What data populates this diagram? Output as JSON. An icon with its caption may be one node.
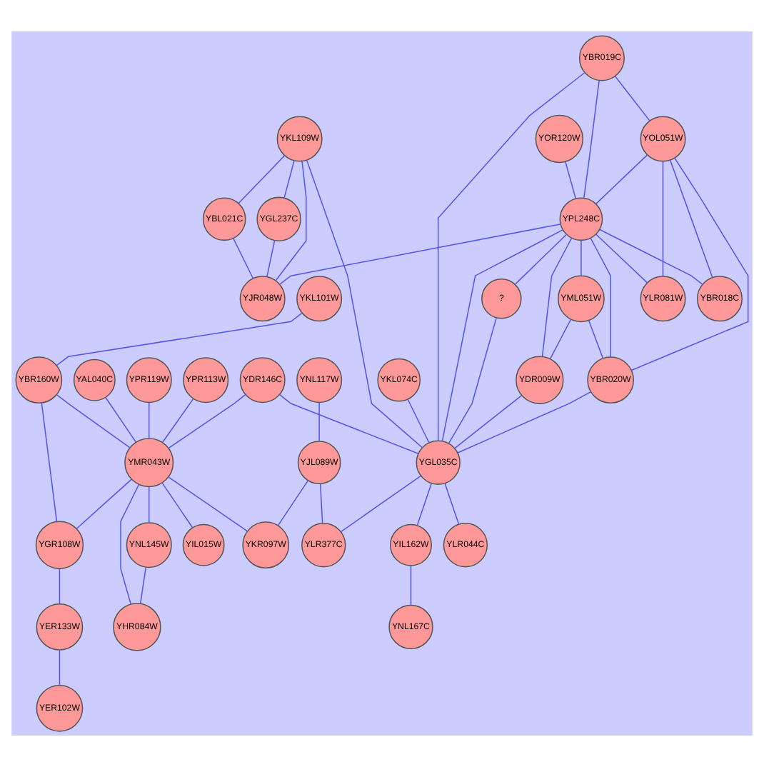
{
  "diagram": {
    "nodes": [
      {
        "text": [
          "YKL109W"
        ]
      },
      {
        "text": [
          "YOR120W"
        ]
      },
      {
        "text": [
          "YBR019C"
        ]
      },
      {
        "text": [
          "YDR146C"
        ]
      },
      {
        "text": [
          "YKL074C"
        ]
      },
      {
        "text": [
          "YKL101W"
        ]
      },
      {
        "text": [
          "YPR119W"
        ]
      },
      {
        "text": [
          "YPR113W"
        ]
      },
      {
        "text": [
          "YAL040C"
        ]
      },
      {
        "text": [
          "YNL117W"
        ]
      },
      {
        "text": [
          "YBL021C"
        ]
      },
      {
        "text": [
          "YGL237C"
        ]
      },
      {
        "text": [
          "YOL051W"
        ]
      },
      {
        "text": [
          "YBR160W"
        ]
      },
      {
        "text": [
          "YJL089W"
        ]
      },
      {
        "text": [
          "YPL248C"
        ]
      },
      {
        "text": [
          "YMR043W"
        ]
      },
      {
        "text": [
          "YJR048W"
        ]
      },
      {
        "text": [
          "?"
        ]
      },
      {
        "text": [
          "YML051W"
        ]
      },
      {
        "text": [
          "YBR018C"
        ]
      },
      {
        "text": [
          "YLR081W"
        ]
      },
      {
        "text": [
          "YGR108W"
        ]
      },
      {
        "text": [
          "YNL145W"
        ]
      },
      {
        "text": [
          "YIL015W"
        ]
      },
      {
        "text": [
          "YKR097W"
        ]
      },
      {
        "text": [
          "YDR009W"
        ]
      },
      {
        "text": [
          "YBR020W"
        ]
      },
      {
        "text": [
          "YER133W"
        ]
      },
      {
        "text": [
          "YHR084W"
        ]
      },
      {
        "text": [
          "YGL035C"
        ]
      },
      {
        "text": [
          "YER102W"
        ]
      },
      {
        "text": [
          "YIL162W"
        ]
      },
      {
        "text": [
          "YLR044C"
        ]
      },
      {
        "text": [
          "YLR377C"
        ]
      },
      {
        "text": [
          "YNL167C"
        ]
      }
    ],
    "edges": [
      {
        "from": 0,
        "to": 10,
        "arrow": "none"
      },
      {
        "from": 0,
        "to": 11,
        "arrow": "none"
      },
      {
        "from": 0,
        "to": 17,
        "arrow": "none"
      },
      {
        "from": 0,
        "to": 30,
        "arrow": "none"
      },
      {
        "from": 10,
        "to": 17,
        "arrow": "none"
      },
      {
        "from": 11,
        "to": 17,
        "arrow": "none"
      },
      {
        "from": 1,
        "to": 15,
        "arrow": "none"
      },
      {
        "from": 2,
        "to": 15,
        "arrow": "none"
      },
      {
        "from": 2,
        "to": 12,
        "arrow": "none"
      },
      {
        "from": 2,
        "to": 30,
        "arrow": "none"
      },
      {
        "from": 12,
        "to": 15,
        "arrow": "none"
      },
      {
        "from": 12,
        "to": 20,
        "arrow": "none"
      },
      {
        "from": 12,
        "to": 21,
        "arrow": "none"
      },
      {
        "from": 12,
        "to": 27,
        "arrow": "none"
      },
      {
        "from": 15,
        "to": 17,
        "arrow": "none"
      },
      {
        "from": 15,
        "to": 18,
        "arrow": "none"
      },
      {
        "from": 15,
        "to": 19,
        "arrow": "none"
      },
      {
        "from": 15,
        "to": 26,
        "arrow": "none"
      },
      {
        "from": 15,
        "to": 30,
        "arrow": "none"
      },
      {
        "from": 15,
        "to": 27,
        "arrow": "none"
      },
      {
        "from": 15,
        "to": 20,
        "arrow": "none"
      },
      {
        "from": 15,
        "to": 21,
        "arrow": "none"
      },
      {
        "from": 19,
        "to": 26,
        "arrow": "none"
      },
      {
        "from": 19,
        "to": 27,
        "arrow": "none"
      },
      {
        "from": 18,
        "to": 30,
        "arrow": "none"
      },
      {
        "from": 26,
        "to": 30,
        "arrow": "none"
      },
      {
        "from": 27,
        "to": 30,
        "arrow": "none"
      },
      {
        "from": 3,
        "to": 16,
        "arrow": "none"
      },
      {
        "from": 3,
        "to": 30,
        "arrow": "none"
      },
      {
        "from": 4,
        "to": 30,
        "arrow": "none"
      },
      {
        "from": 5,
        "to": 13,
        "arrow": "none"
      },
      {
        "from": 13,
        "to": 16,
        "arrow": "none"
      },
      {
        "from": 13,
        "to": 22,
        "arrow": "none"
      },
      {
        "from": 6,
        "to": 16,
        "arrow": "none"
      },
      {
        "from": 7,
        "to": 16,
        "arrow": "none"
      },
      {
        "from": 8,
        "to": 16,
        "arrow": "none"
      },
      {
        "from": 16,
        "to": 22,
        "arrow": "none"
      },
      {
        "from": 16,
        "to": 23,
        "arrow": "none"
      },
      {
        "from": 16,
        "to": 24,
        "arrow": "none"
      },
      {
        "from": 16,
        "to": 29,
        "arrow": "none"
      },
      {
        "from": 16,
        "to": 25,
        "arrow": "none"
      },
      {
        "from": 23,
        "to": 29,
        "arrow": "none"
      },
      {
        "from": 22,
        "to": 28,
        "arrow": "none"
      },
      {
        "from": 28,
        "to": 31,
        "arrow": "none"
      },
      {
        "from": 9,
        "to": 14,
        "arrow": "none"
      },
      {
        "from": 14,
        "to": 25,
        "arrow": "none"
      },
      {
        "from": 14,
        "to": 34,
        "arrow": "none"
      },
      {
        "from": 30,
        "to": 32,
        "arrow": "none"
      },
      {
        "from": 30,
        "to": 33,
        "arrow": "none"
      },
      {
        "from": 30,
        "to": 34,
        "arrow": "none"
      },
      {
        "from": 32,
        "to": 35,
        "arrow": "none"
      }
    ]
  }
}
